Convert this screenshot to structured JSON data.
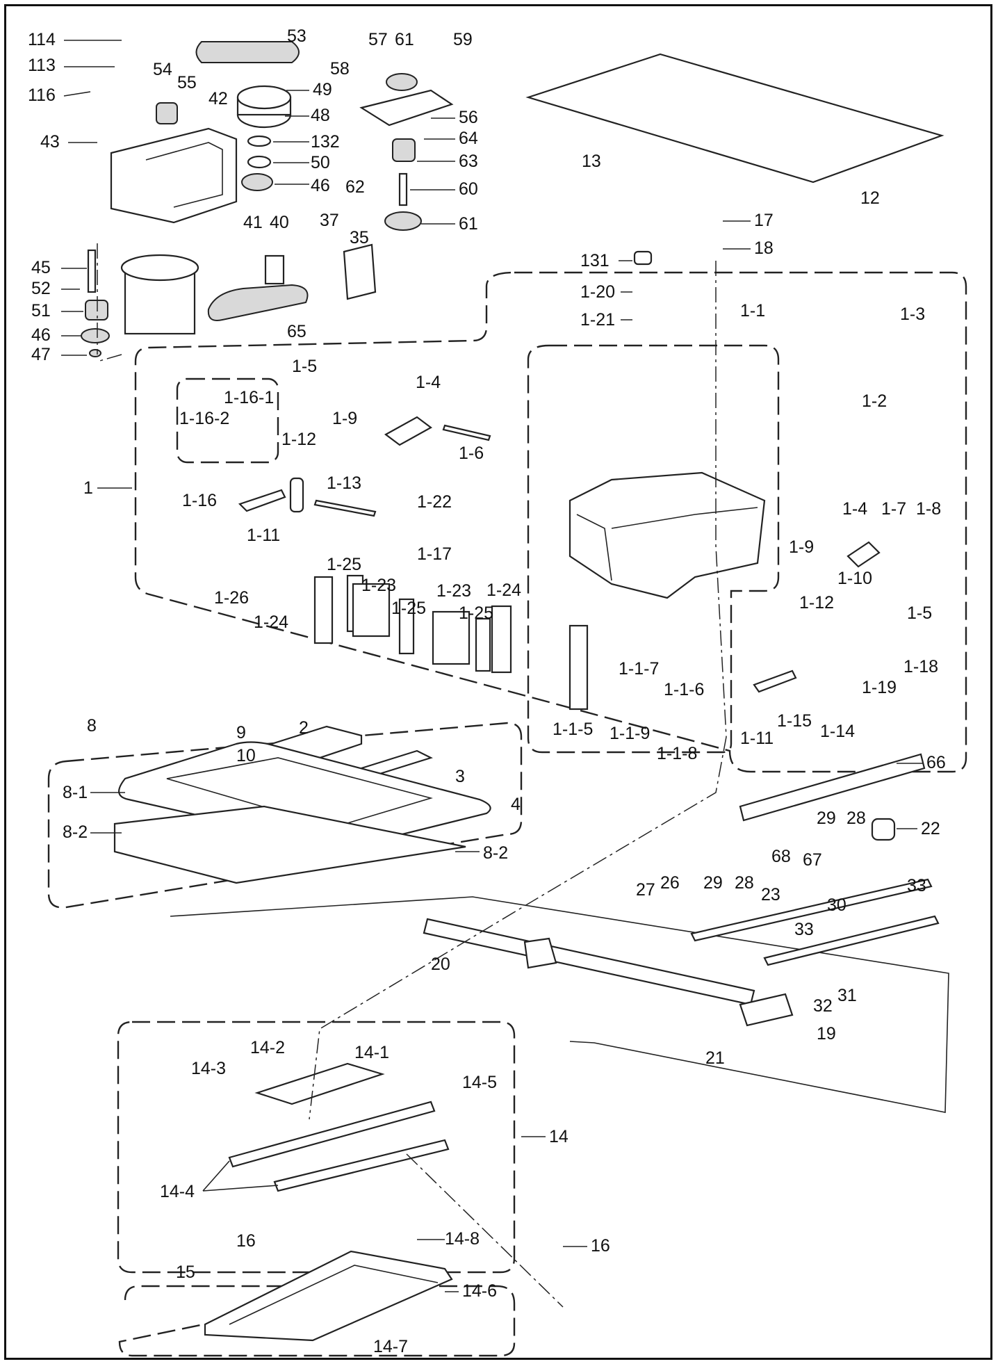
{
  "labels": [
    {
      "id": "l114",
      "text": "114"
    },
    {
      "id": "l113",
      "text": "113"
    },
    {
      "id": "l116",
      "text": "116"
    },
    {
      "id": "l43",
      "text": "43"
    },
    {
      "id": "l53",
      "text": "53"
    },
    {
      "id": "l54",
      "text": "54"
    },
    {
      "id": "l55",
      "text": "55"
    },
    {
      "id": "l42",
      "text": "42"
    },
    {
      "id": "l49",
      "text": "49"
    },
    {
      "id": "l48",
      "text": "48"
    },
    {
      "id": "l132",
      "text": "132"
    },
    {
      "id": "l50",
      "text": "50"
    },
    {
      "id": "l46a",
      "text": "46"
    },
    {
      "id": "l57",
      "text": "57"
    },
    {
      "id": "l61a",
      "text": "61"
    },
    {
      "id": "l59",
      "text": "59"
    },
    {
      "id": "l58",
      "text": "58"
    },
    {
      "id": "l56",
      "text": "56"
    },
    {
      "id": "l64",
      "text": "64"
    },
    {
      "id": "l63",
      "text": "63"
    },
    {
      "id": "l62",
      "text": "62"
    },
    {
      "id": "l60",
      "text": "60"
    },
    {
      "id": "l61b",
      "text": "61"
    },
    {
      "id": "l13",
      "text": "13"
    },
    {
      "id": "l12",
      "text": "12"
    },
    {
      "id": "l45",
      "text": "45"
    },
    {
      "id": "l52",
      "text": "52"
    },
    {
      "id": "l51",
      "text": "51"
    },
    {
      "id": "l46b",
      "text": "46"
    },
    {
      "id": "l47",
      "text": "47"
    },
    {
      "id": "l41",
      "text": "41"
    },
    {
      "id": "l40",
      "text": "40"
    },
    {
      "id": "l37",
      "text": "37"
    },
    {
      "id": "l35",
      "text": "35"
    },
    {
      "id": "l65",
      "text": "65"
    },
    {
      "id": "l17",
      "text": "17"
    },
    {
      "id": "l18",
      "text": "18"
    },
    {
      "id": "l131",
      "text": "131"
    },
    {
      "id": "l1_20",
      "text": "1-20"
    },
    {
      "id": "l1_21",
      "text": "1-21"
    },
    {
      "id": "l1_1",
      "text": "1-1"
    },
    {
      "id": "l1_3",
      "text": "1-3"
    },
    {
      "id": "l1_2",
      "text": "1-2"
    },
    {
      "id": "l1_5a",
      "text": "1-5"
    },
    {
      "id": "l1_4a",
      "text": "1-4"
    },
    {
      "id": "l1_16_1",
      "text": "1-16-1"
    },
    {
      "id": "l1_16_2",
      "text": "1-16-2"
    },
    {
      "id": "l1_9a",
      "text": "1-9"
    },
    {
      "id": "l1_12a",
      "text": "1-12"
    },
    {
      "id": "l1_6",
      "text": "1-6"
    },
    {
      "id": "l1",
      "text": "1"
    },
    {
      "id": "l1_16",
      "text": "1-16"
    },
    {
      "id": "l1_13",
      "text": "1-13"
    },
    {
      "id": "l1_11a",
      "text": "1-11"
    },
    {
      "id": "l1_22",
      "text": "1-22"
    },
    {
      "id": "l1_17",
      "text": "1-17"
    },
    {
      "id": "l1_4b",
      "text": "1-4"
    },
    {
      "id": "l1_7",
      "text": "1-7"
    },
    {
      "id": "l1_8",
      "text": "1-8"
    },
    {
      "id": "l1_9b",
      "text": "1-9"
    },
    {
      "id": "l1_10",
      "text": "1-10"
    },
    {
      "id": "l1_12b",
      "text": "1-12"
    },
    {
      "id": "l1_5b",
      "text": "1-5"
    },
    {
      "id": "l1_25a",
      "text": "1-25"
    },
    {
      "id": "l1_23a",
      "text": "1-23"
    },
    {
      "id": "l1_23b",
      "text": "1-23"
    },
    {
      "id": "l1_24a",
      "text": "1-24"
    },
    {
      "id": "l1_26",
      "text": "1-26"
    },
    {
      "id": "l1_24b",
      "text": "1-24"
    },
    {
      "id": "l1_25b",
      "text": "1-25"
    },
    {
      "id": "l1_25c",
      "text": "1-25"
    },
    {
      "id": "l1_1_7",
      "text": "1-1-7"
    },
    {
      "id": "l1_1_6",
      "text": "1-1-6"
    },
    {
      "id": "l1_1_5",
      "text": "1-1-5"
    },
    {
      "id": "l1_1_9",
      "text": "1-1-9"
    },
    {
      "id": "l1_1_8",
      "text": "1-1-8"
    },
    {
      "id": "l1_18",
      "text": "1-18"
    },
    {
      "id": "l1_19",
      "text": "1-19"
    },
    {
      "id": "l1_15",
      "text": "1-15"
    },
    {
      "id": "l1_14",
      "text": "1-14"
    },
    {
      "id": "l1_11b",
      "text": "1-11"
    },
    {
      "id": "l8",
      "text": "8"
    },
    {
      "id": "l9",
      "text": "9"
    },
    {
      "id": "l2",
      "text": "2"
    },
    {
      "id": "l10",
      "text": "10"
    },
    {
      "id": "l3",
      "text": "3"
    },
    {
      "id": "l4",
      "text": "4"
    },
    {
      "id": "l8_1",
      "text": "8-1"
    },
    {
      "id": "l8_2a",
      "text": "8-2"
    },
    {
      "id": "l8_2b",
      "text": "8-2"
    },
    {
      "id": "l66",
      "text": "66"
    },
    {
      "id": "l29a",
      "text": "29"
    },
    {
      "id": "l28a",
      "text": "28"
    },
    {
      "id": "l22",
      "text": "22"
    },
    {
      "id": "l68",
      "text": "68"
    },
    {
      "id": "l67",
      "text": "67"
    },
    {
      "id": "l27",
      "text": "27"
    },
    {
      "id": "l26",
      "text": "26"
    },
    {
      "id": "l29b",
      "text": "29"
    },
    {
      "id": "l28b",
      "text": "28"
    },
    {
      "id": "l23",
      "text": "23"
    },
    {
      "id": "l33a",
      "text": "33"
    },
    {
      "id": "l30",
      "text": "30"
    },
    {
      "id": "l33b",
      "text": "33"
    },
    {
      "id": "l20",
      "text": "20"
    },
    {
      "id": "l32",
      "text": "32"
    },
    {
      "id": "l31",
      "text": "31"
    },
    {
      "id": "l19",
      "text": "19"
    },
    {
      "id": "l21",
      "text": "21"
    },
    {
      "id": "l14_2",
      "text": "14-2"
    },
    {
      "id": "l14_1",
      "text": "14-1"
    },
    {
      "id": "l14_3",
      "text": "14-3"
    },
    {
      "id": "l14_5",
      "text": "14-5"
    },
    {
      "id": "l14",
      "text": "14"
    },
    {
      "id": "l14_4",
      "text": "14-4"
    },
    {
      "id": "l16a",
      "text": "16"
    },
    {
      "id": "l14_8",
      "text": "14-8"
    },
    {
      "id": "l16b",
      "text": "16"
    },
    {
      "id": "l15",
      "text": "15"
    },
    {
      "id": "l14_6",
      "text": "14-6"
    },
    {
      "id": "l14_7",
      "text": "14-7"
    }
  ]
}
